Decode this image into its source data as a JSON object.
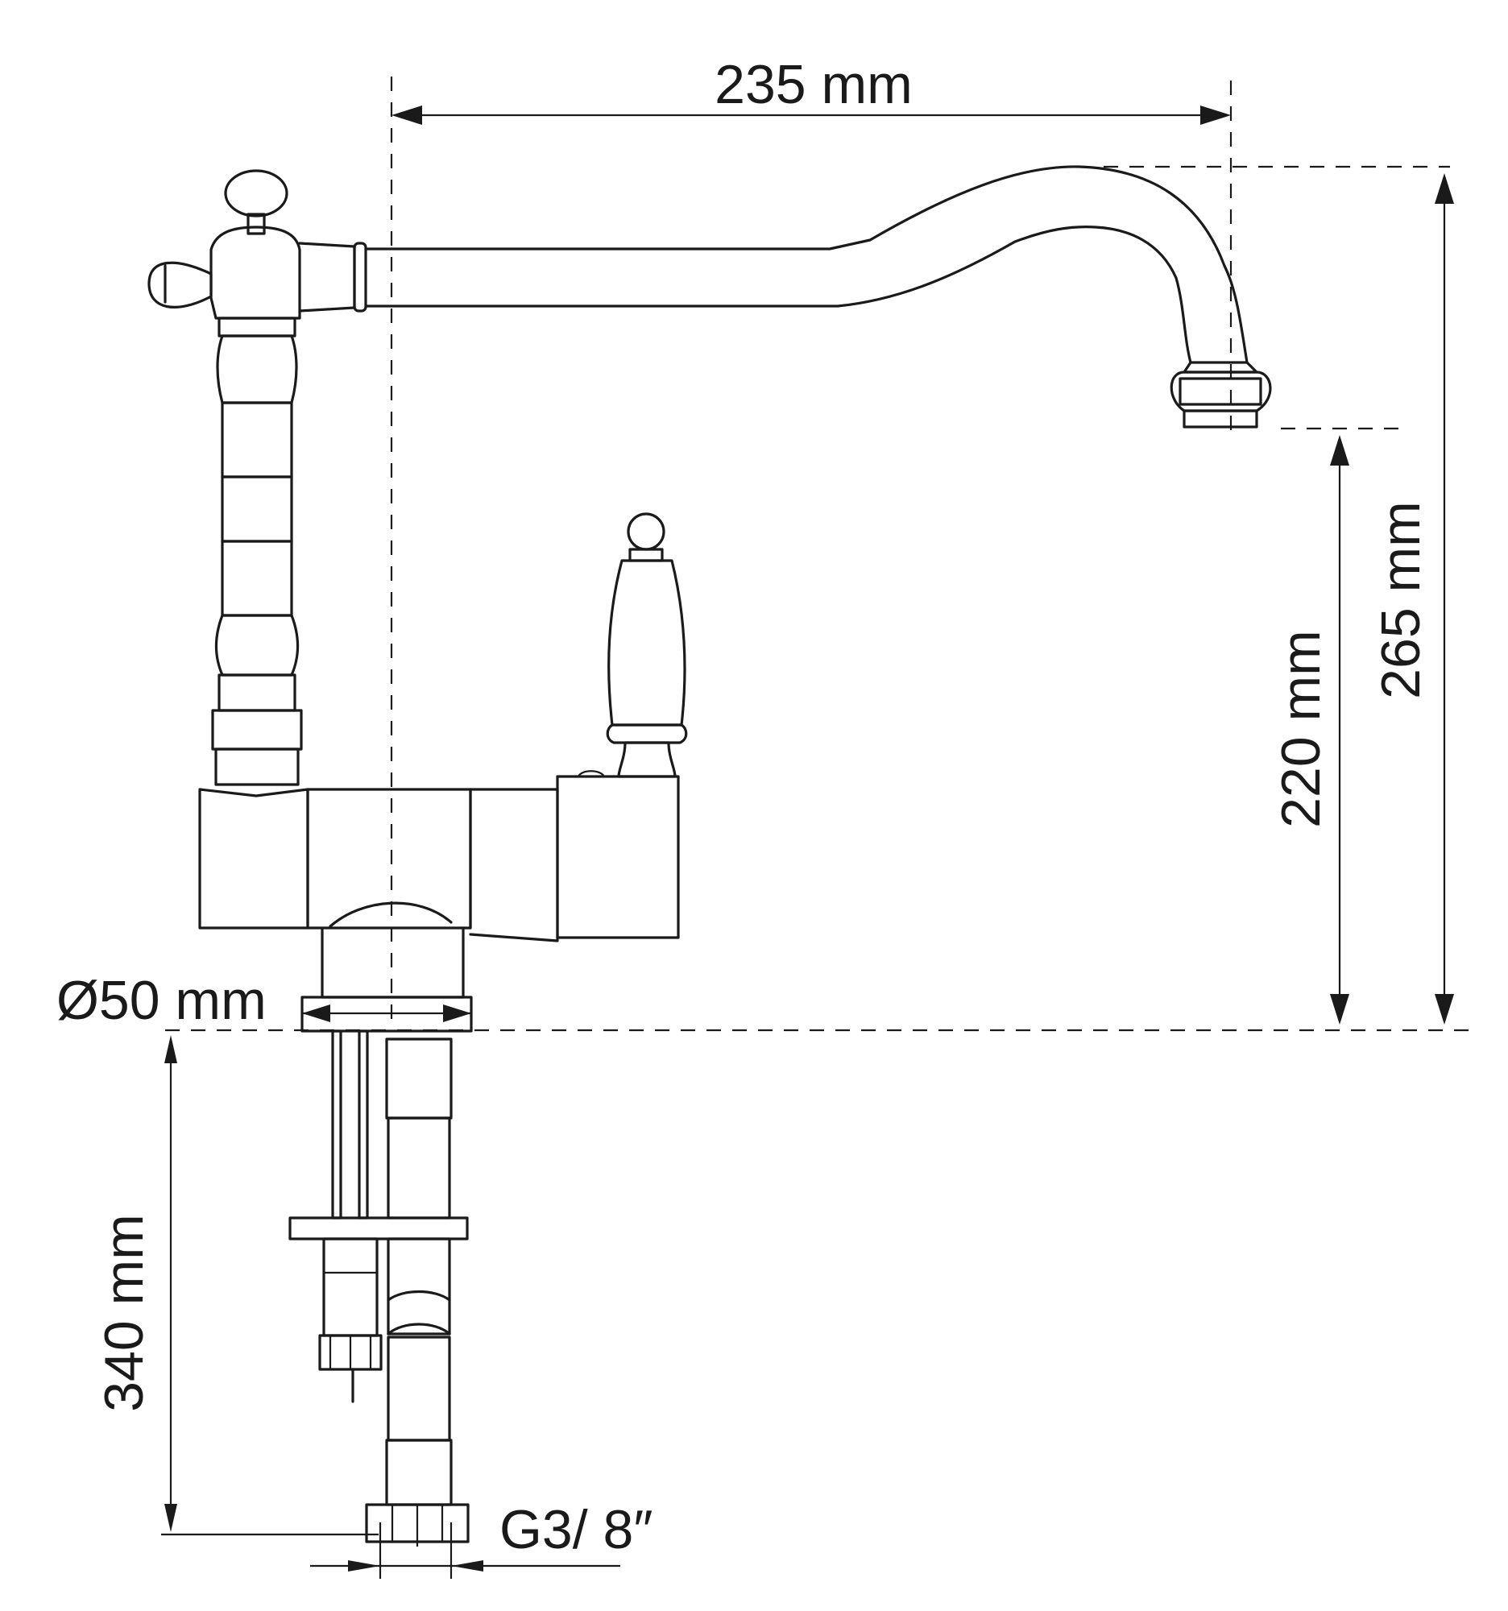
{
  "dimensions": {
    "spout_reach": "235 mm",
    "total_height": "265 mm",
    "spout_height": "220 mm",
    "base_diameter": "Ø50 mm",
    "hose_length": "340 mm",
    "connection_thread": "G3/ 8″"
  },
  "colors": {
    "line": "#1a1a1a",
    "background": "#ffffff"
  }
}
